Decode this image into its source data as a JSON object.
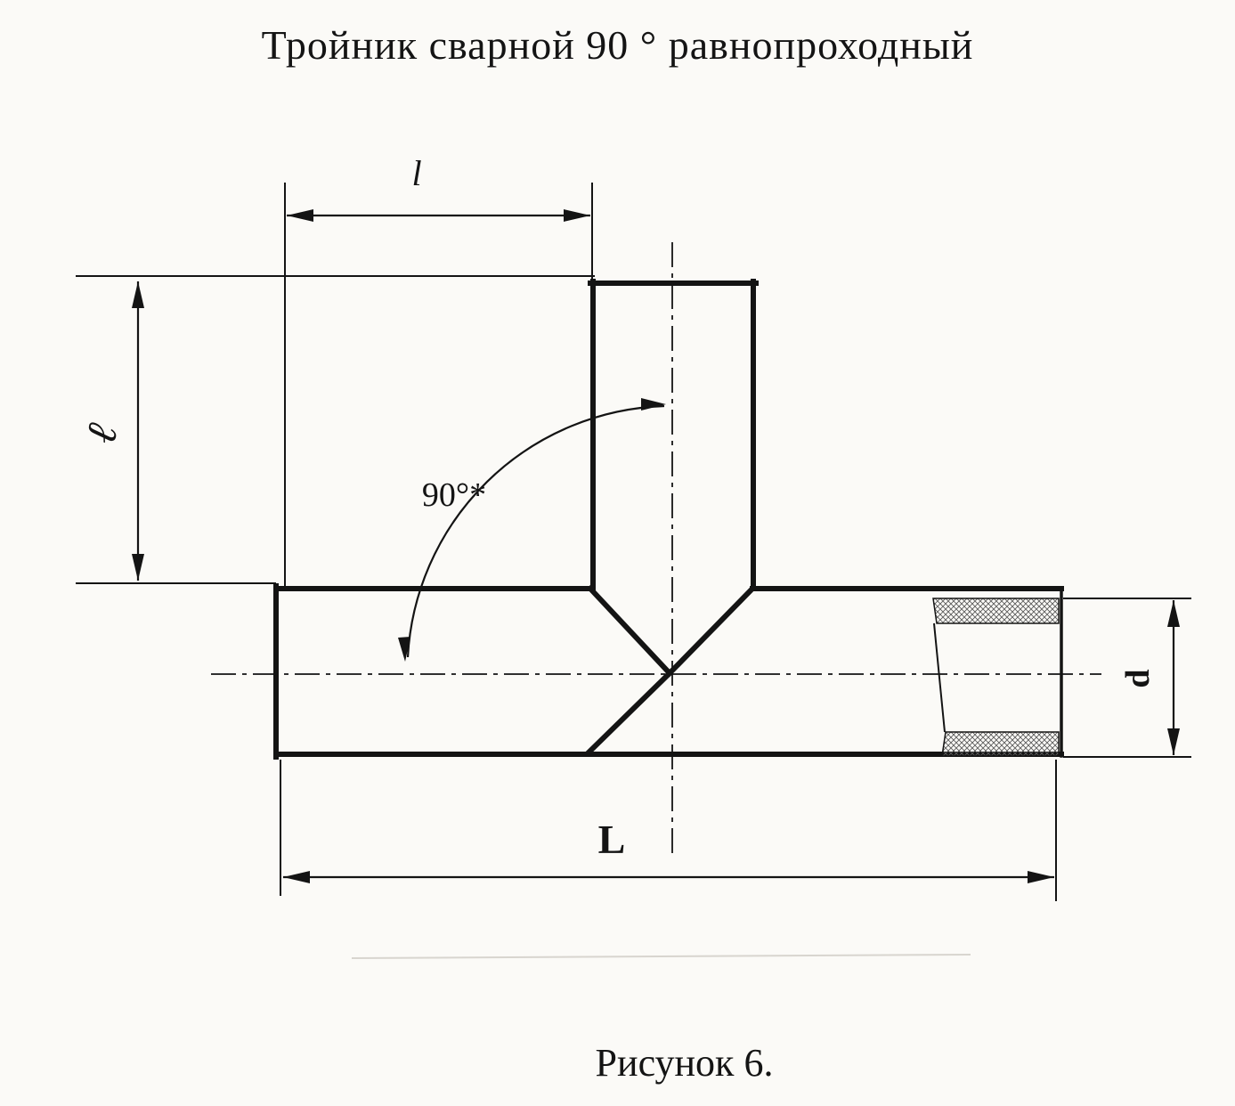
{
  "title": "Тройник сварной 90 ° равнопроходный",
  "caption": "Рисунок 6.",
  "labels": {
    "branch_height_top": "l",
    "branch_height_left": "ℓ",
    "angle": "90°*",
    "diameter": "d",
    "length": "L"
  },
  "colors": {
    "ink": "#141414",
    "background": "#fbfaf7"
  }
}
